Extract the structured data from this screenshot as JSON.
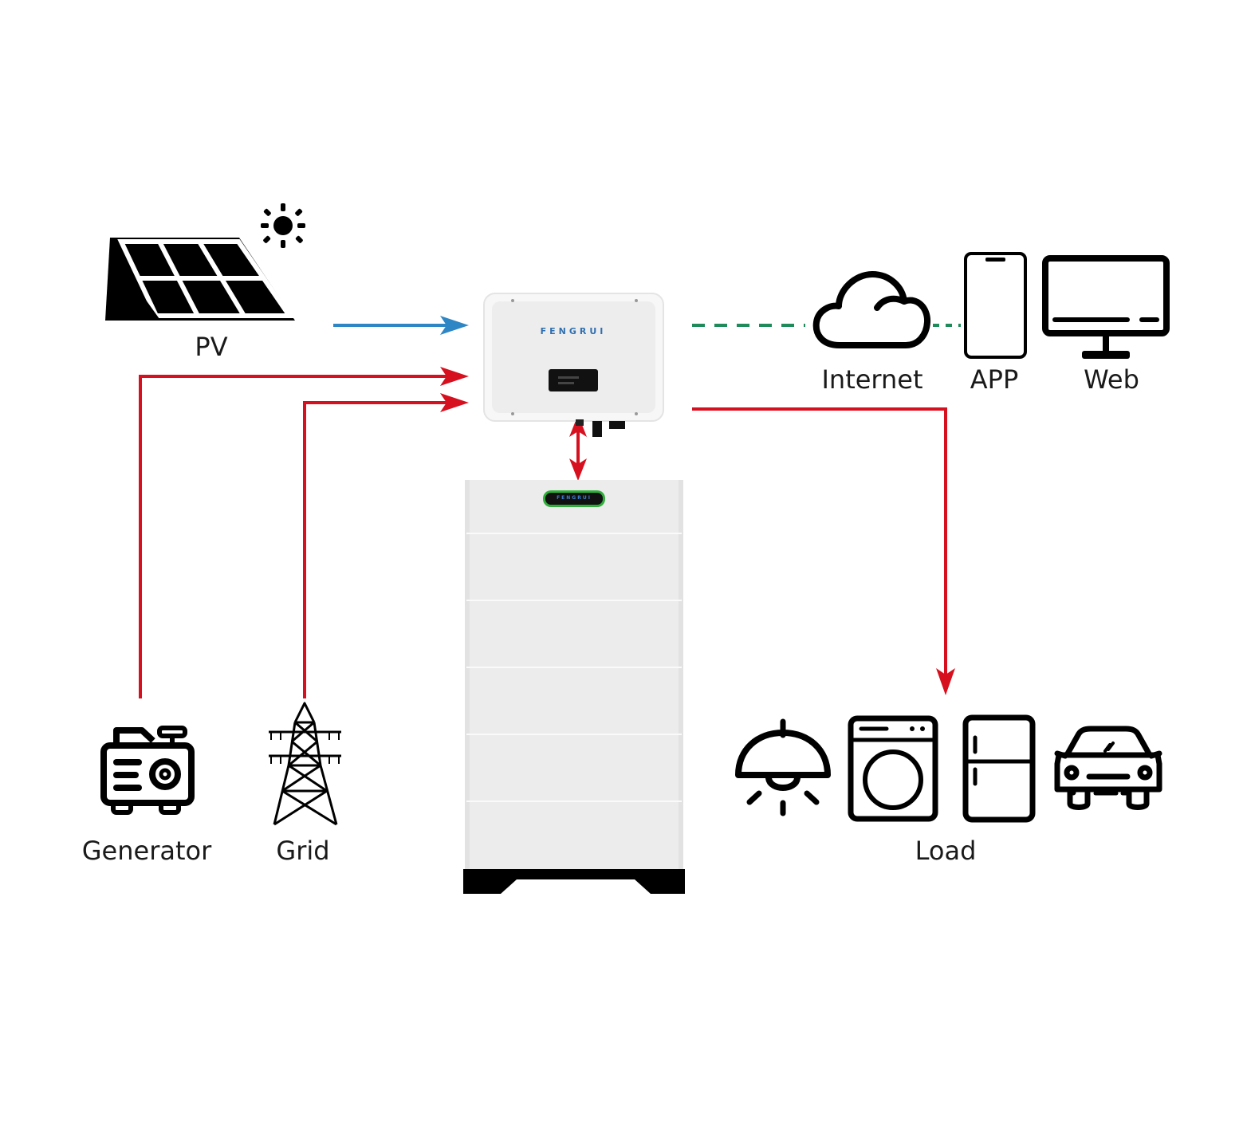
{
  "labels": {
    "pv": "PV",
    "internet": "Internet",
    "app": "APP",
    "web": "Web",
    "generator": "Generator",
    "grid": "Grid",
    "load": "Load"
  },
  "inverter": {
    "brand": "FENGRUI"
  },
  "battery": {
    "brand": "FENGRUI",
    "modules": 5
  },
  "icons": {
    "pv": "solar-panel-icon",
    "sun": "sun-icon",
    "internet": "cloud-icon",
    "app": "smartphone-icon",
    "web": "monitor-icon",
    "generator": "generator-icon",
    "grid": "transmission-tower-icon",
    "load": [
      "ceiling-lamp-icon",
      "washing-machine-icon",
      "refrigerator-icon",
      "electric-car-icon"
    ]
  },
  "colors": {
    "pv_flow": "#2f86c4",
    "ac_flow": "#d6101f",
    "data_link": "#1f8a5a",
    "inverter_body": "#f2f2f2",
    "battery_body": "#ececec",
    "icon": "#000000"
  }
}
